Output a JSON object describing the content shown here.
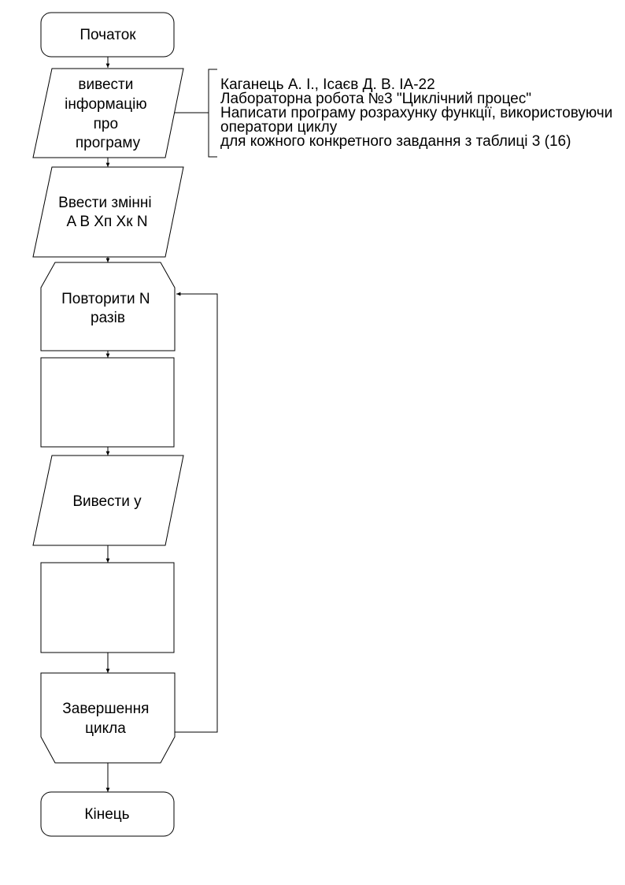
{
  "diagram": {
    "nodes": {
      "start": {
        "lines": [
          "Початок"
        ]
      },
      "output_info": {
        "lines": [
          "вивести",
          "інформацію",
          "про",
          "програму"
        ]
      },
      "input_vars": {
        "lines": [
          "Ввести змінні",
          "A B Xп Xк N"
        ]
      },
      "loop_start": {
        "lines": [
          "Повторити N",
          "разів"
        ]
      },
      "process_1": {
        "lines": []
      },
      "output_y": {
        "lines": [
          "Вивести у"
        ]
      },
      "process_2": {
        "lines": []
      },
      "loop_end": {
        "lines": [
          "Завершення",
          "цикла"
        ]
      },
      "end": {
        "lines": [
          "Кінець"
        ]
      }
    },
    "note": {
      "lines": [
        "Каганець А. І., Ісаєв Д. В. ІА-22",
        "Лабораторна робота №3 \"Циклічний процес\"",
        "Написати програму розрахунку функції, використовуючи",
        "оператори циклу",
        "для кожного конкретного завдання з таблиці 3 (16)"
      ]
    }
  }
}
